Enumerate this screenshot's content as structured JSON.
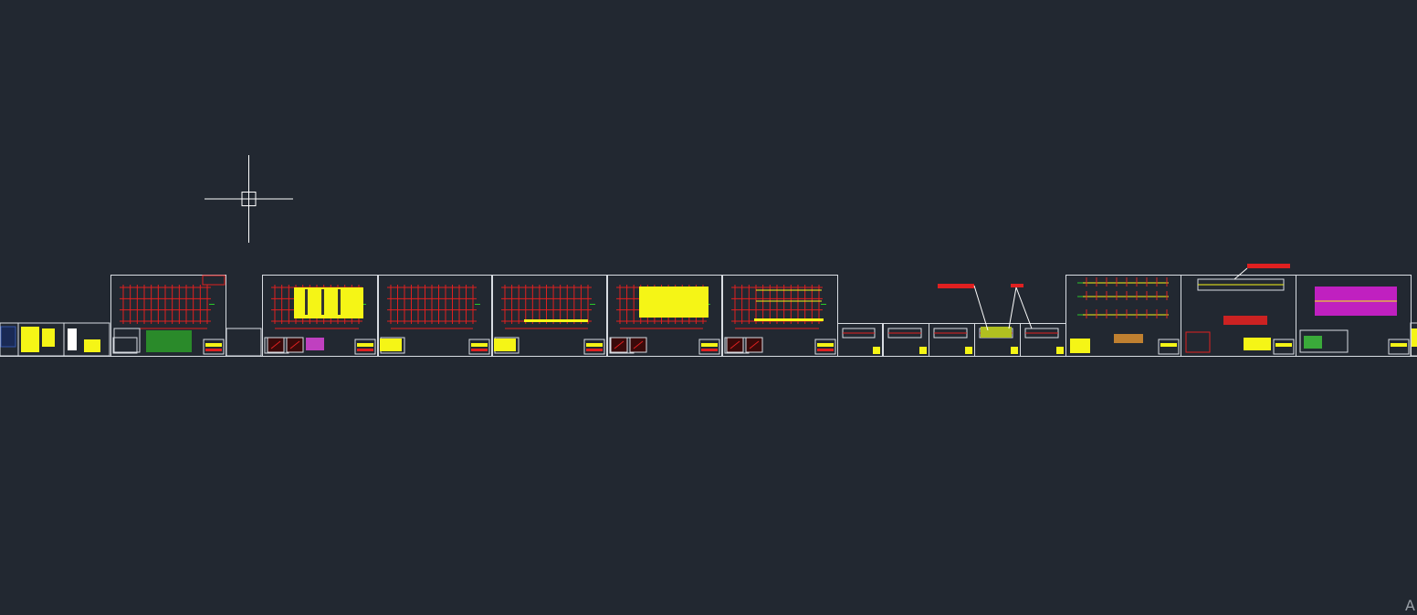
{
  "viewport": {
    "background": "#222831",
    "corner_text": "A"
  },
  "cursor": {
    "type": "crosshair",
    "icon": "crosshair-pickbox-icon"
  },
  "colors": {
    "frame": "#d8dce2",
    "yellow": "#f5f516",
    "red": "#e02020",
    "green": "#29c829",
    "cyan": "#22d0d0",
    "magenta": "#c020c0",
    "white": "#ffffff"
  },
  "sheets": [
    {
      "id": "s1",
      "fill": "none"
    },
    {
      "id": "s2",
      "fill": "none"
    },
    {
      "id": "s3",
      "fill": "yellow-hatch"
    },
    {
      "id": "s4",
      "fill": "none"
    },
    {
      "id": "s5",
      "fill": "none"
    },
    {
      "id": "s6",
      "fill": "yellow"
    },
    {
      "id": "s7",
      "fill": "none"
    },
    {
      "id": "s8",
      "fill": "none"
    },
    {
      "id": "s9",
      "fill": "none"
    },
    {
      "id": "s10",
      "fill": "magenta"
    }
  ]
}
